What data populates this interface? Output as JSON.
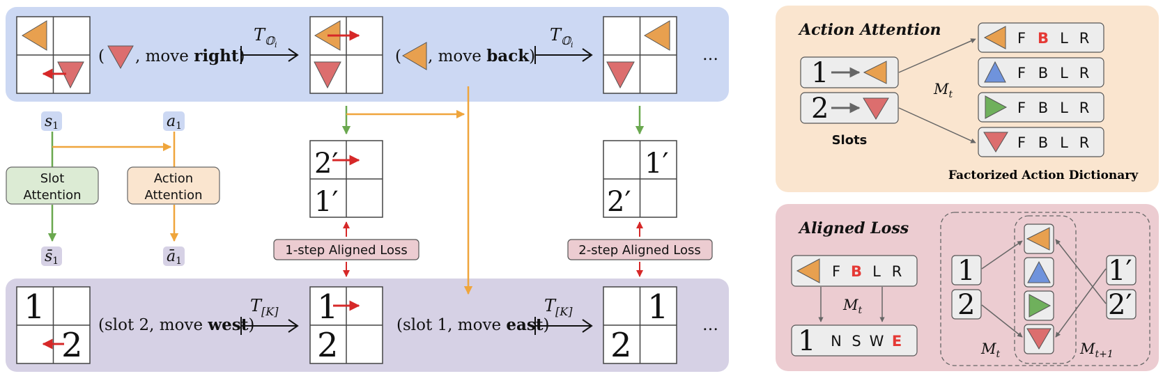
{
  "top_row": {
    "action_1": {
      "prefix": "(",
      "mid": ", move ",
      "word": "right",
      "suffix": ")"
    },
    "action_2": {
      "prefix": "(",
      "mid": ", move ",
      "word": "back",
      "suffix": ")"
    },
    "transition_main": "T",
    "transition_sub": "𝕆",
    "transition_subsub": "i",
    "ellipsis": "…"
  },
  "bottom_row": {
    "action_1": {
      "prefix": "(slot 2, move ",
      "word": "west",
      "suffix": ")"
    },
    "action_2": {
      "prefix": "(slot 1, move ",
      "word": "east",
      "suffix": ")"
    },
    "transition_main": "T",
    "transition_sub": "[K]",
    "ellipsis": "…"
  },
  "labels": {
    "s1": "s",
    "s1_sub": "1",
    "a1": "a",
    "a1_sub": "1",
    "s1_bar": "s̄",
    "s1_bar_sub": "1",
    "a1_bar": "ā",
    "a1_bar_sub": "1",
    "slot_attention": [
      "Slot",
      "Attention"
    ],
    "action_attention": [
      "Action",
      "Attention"
    ],
    "loss_1": "1-step Aligned Loss",
    "loss_2": "2-step Aligned Loss"
  },
  "digits": {
    "one": "1",
    "two": "2",
    "one_p": "1′",
    "two_p": "2′"
  },
  "action_attention_panel": {
    "title": "Action Attention",
    "slots_label": "Slots",
    "mt": "M",
    "mt_sub": "t",
    "dict_label": "Factorized Action Dictionary",
    "dict_letters": [
      "F",
      "B",
      "L",
      "R"
    ],
    "highlight_index": 1
  },
  "aligned_loss_panel": {
    "title": "Aligned Loss",
    "letters_top": [
      "F",
      "B",
      "L",
      "R"
    ],
    "letters_bottom": [
      "N",
      "S",
      "W",
      "E"
    ],
    "mt": "M",
    "mt_sub": "t",
    "mt1": "M",
    "mt1_sub": "t+1"
  },
  "colors": {
    "top_band": "#ccd8f3",
    "bottom_band": "#d6d1e5",
    "panel_orange": "#fae5cf",
    "panel_pink": "#ecccd1",
    "orange_tri": "#e8a04f",
    "red_tri": "#dc6e6e",
    "blue_tri": "#6f93dc",
    "green_tri": "#6fb05c",
    "red_arrow": "#d62828",
    "orange_line": "#efa53c",
    "green_line": "#6aa84f",
    "highlight": "#e53935"
  }
}
